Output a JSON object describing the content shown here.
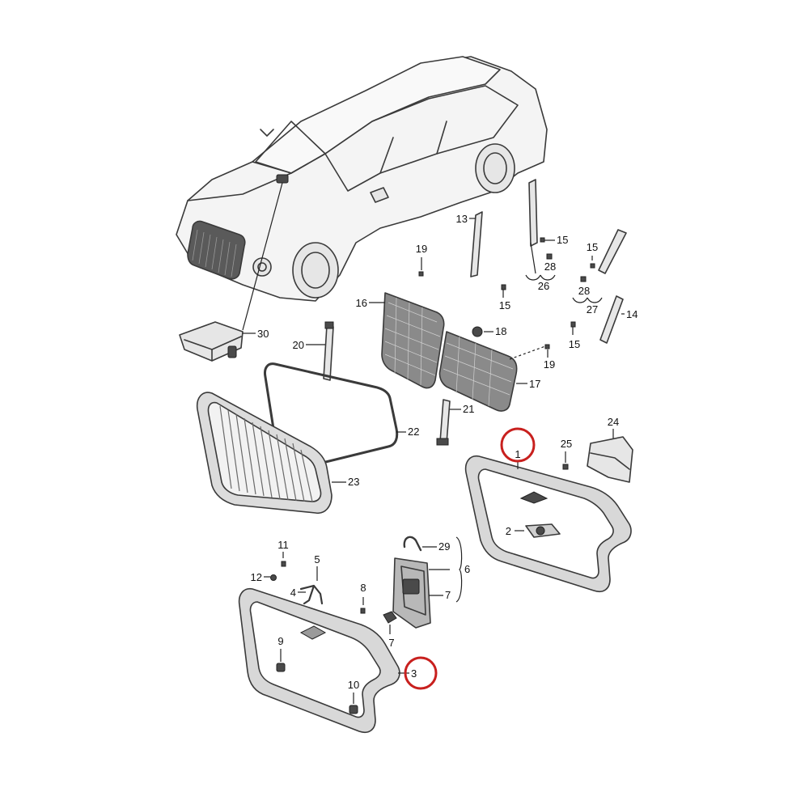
{
  "diagram": {
    "callouts": {
      "c1": "1",
      "c2": "2",
      "c3": "3",
      "c4": "4",
      "c5": "5",
      "c6": "6",
      "c7a": "7",
      "c7b": "7",
      "c8": "8",
      "c9": "9",
      "c10": "10",
      "c11": "11",
      "c12": "12",
      "c13": "13",
      "c14": "14",
      "c15a": "15",
      "c15b": "15",
      "c15c": "15",
      "c15d": "15",
      "c16": "16",
      "c17": "17",
      "c18": "18",
      "c19a": "19",
      "c19b": "19",
      "c20": "20",
      "c21": "21",
      "c22": "22",
      "c23": "23",
      "c24": "24",
      "c25": "25",
      "c26": "26",
      "c27": "27",
      "c28a": "28",
      "c28b": "28",
      "c29": "29",
      "c30": "30"
    },
    "highlight_color": "#c8201e",
    "highlighted_callouts": [
      "1",
      "3"
    ]
  }
}
